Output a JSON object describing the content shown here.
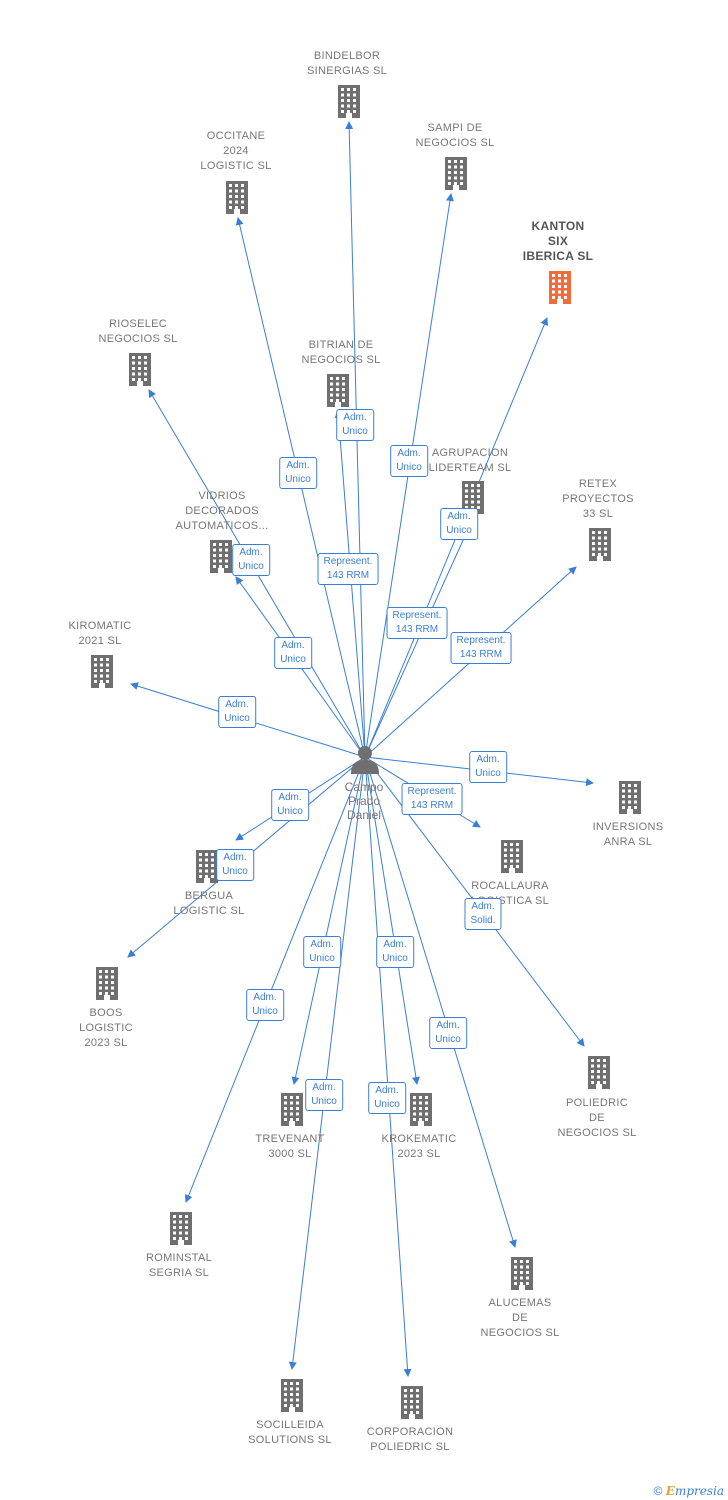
{
  "center": {
    "name": "Campo\nPrado\nDaniel"
  },
  "companies": [
    {
      "id": "bindelbor",
      "label": "BINDELBOR\nSINERGIAS  SL",
      "highlight": false
    },
    {
      "id": "occitane",
      "label": "OCCITANE\n2024\nLOGISTIC  SL",
      "highlight": false
    },
    {
      "id": "sampi",
      "label": "SAMPI DE\nNEGOCIOS  SL",
      "highlight": false
    },
    {
      "id": "kanton",
      "label": "KANTON\nSIX\nIBERICA  SL",
      "highlight": true
    },
    {
      "id": "rioselec",
      "label": "RIOSELEC\nNEGOCIOS  SL",
      "highlight": false
    },
    {
      "id": "bitrian",
      "label": "BITRIAN DE\nNEGOCIOS  SL",
      "highlight": false
    },
    {
      "id": "agrupacion",
      "label": "AGRUPACION\nLIDERTEAM  SL",
      "highlight": false
    },
    {
      "id": "retex",
      "label": "RETEX\nPROYECTOS\n33  SL",
      "highlight": false
    },
    {
      "id": "vidrios",
      "label": "VIDRIOS\nDECORADOS\nAUTOMATICOS...",
      "highlight": false
    },
    {
      "id": "kiromatic",
      "label": "KIROMATIC\n2021  SL",
      "highlight": false
    },
    {
      "id": "inversions",
      "label": "INVERSIONS\nANRA  SL",
      "highlight": false
    },
    {
      "id": "rocallaura",
      "label": "ROCALLAURA\nLOGISTICA  SL",
      "highlight": false
    },
    {
      "id": "bergua",
      "label": "BERGUA\nLOGISTIC  SL",
      "highlight": false
    },
    {
      "id": "boos",
      "label": "BOOS\nLOGISTIC\n2023  SL",
      "highlight": false
    },
    {
      "id": "poliedric",
      "label": "POLIEDRIC\nDE\nNEGOCIOS SL",
      "highlight": false
    },
    {
      "id": "trevenant",
      "label": "TREVENANT\n3000  SL",
      "highlight": false
    },
    {
      "id": "krokematic",
      "label": "KROKEMATIC\n2023  SL",
      "highlight": false
    },
    {
      "id": "rominstal",
      "label": "ROMINSTAL\nSEGRIA  SL",
      "highlight": false
    },
    {
      "id": "alucemas",
      "label": "ALUCEMAS\nDE\nNEGOCIOS  SL",
      "highlight": false
    },
    {
      "id": "socilleida",
      "label": "SOCILLEIDA\nSOLUTIONS SL",
      "highlight": false
    },
    {
      "id": "corporacion",
      "label": "CORPORACION\nPOLIEDRIC SL",
      "highlight": false
    }
  ],
  "relations": [
    {
      "target": "bindelbor",
      "role": "Adm.\nUnico"
    },
    {
      "target": "occitane",
      "role": "Adm.\nUnico"
    },
    {
      "target": "sampi",
      "role": "Adm.\nUnico"
    },
    {
      "target": "kanton",
      "role": "Adm.\nUnico"
    },
    {
      "target": "rioselec",
      "role": "Adm.\nUnico"
    },
    {
      "target": "bitrian",
      "role": "Represent.\n143 RRM"
    },
    {
      "target": "agrupacion",
      "role": "Represent.\n143 RRM"
    },
    {
      "target": "retex",
      "role": "Represent.\n143 RRM"
    },
    {
      "target": "vidrios",
      "role": "Adm.\nUnico"
    },
    {
      "target": "kiromatic",
      "role": "Adm.\nUnico"
    },
    {
      "target": "inversions",
      "role": "Adm.\nUnico"
    },
    {
      "target": "rocallaura",
      "role": "Represent.\n143 RRM"
    },
    {
      "target": "bergua",
      "role": "Adm.\nUnico"
    },
    {
      "target": "boos",
      "role": "Adm.\nUnico"
    },
    {
      "target": "poliedric",
      "role": "Adm.\nSolid."
    },
    {
      "target": "trevenant",
      "role": "Adm.\nUnico"
    },
    {
      "target": "krokematic",
      "role": "Adm.\nUnico"
    },
    {
      "target": "rominstal",
      "role": "Adm.\nUnico"
    },
    {
      "target": "alucemas",
      "role": "Adm.\nUnico"
    },
    {
      "target": "socilleida",
      "role": "Adm.\nUnico"
    },
    {
      "target": "corporacion",
      "role": "Adm.\nUnico"
    }
  ],
  "colors": {
    "edge": "#3a7fd5",
    "building": "#6f6f6f",
    "highlight": "#f26b3a",
    "label": "#777777"
  },
  "footer": {
    "copyright": "©",
    "brand_initial": "E",
    "brand_rest": "mpresia"
  }
}
